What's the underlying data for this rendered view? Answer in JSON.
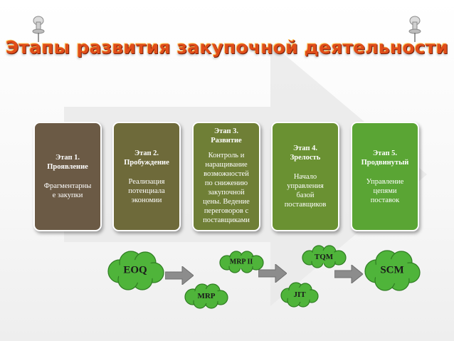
{
  "title": "Этапы развития закупочной деятельности",
  "stages": [
    {
      "title": "Этап 1.\nПроявление",
      "desc": "Фрагментарны\nе закупки",
      "color": "#6b5a45"
    },
    {
      "title": "Этап 2.\nПробуждение",
      "desc": "Реализация\nпотенциала\nэкономии",
      "color": "#6e6a3a"
    },
    {
      "title": "Этап 3.\nРазвитие",
      "desc": "Контроль и\nнаращивание\nвозможностей\nпо снижению\nзакупочной\nцены. Ведение\nпереговоров с\nпоставщиками",
      "color": "#6f7f36"
    },
    {
      "title": "Этап 4.\nЗрелость",
      "desc": "Начало\nуправления\nбазой\nпоставщиков",
      "color": "#6a9132"
    },
    {
      "title": "Этап 5.\nПродвинутый",
      "desc": "Управление\nцепями\nпоставок",
      "color": "#5aa534"
    }
  ],
  "clouds": {
    "eoq": "EOQ",
    "mrp": "MRP",
    "mrp2": "MRP II",
    "jit": "JIT",
    "tqm": "TQM",
    "scm": "SCM"
  },
  "colors": {
    "title": "#e04d1a",
    "cloud": "#4fb43a",
    "arrow": "#8c8c8c"
  }
}
